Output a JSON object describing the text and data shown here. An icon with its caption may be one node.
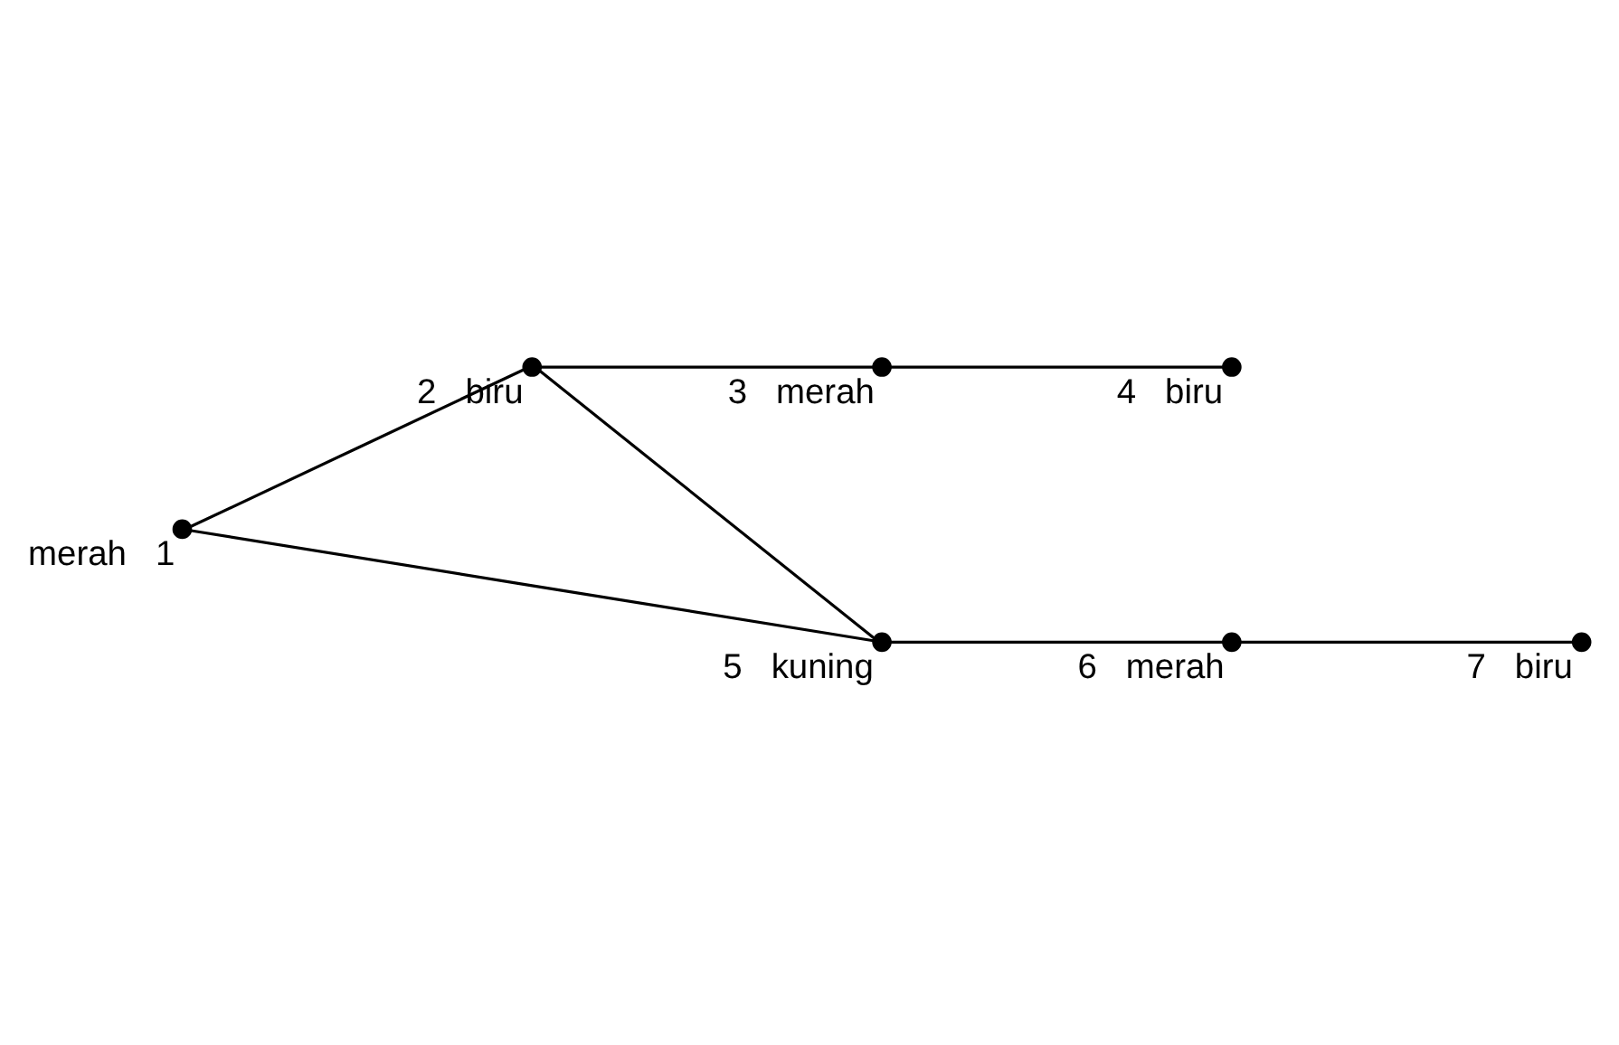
{
  "diagram": {
    "nodes": [
      {
        "text": [],
        "shape": "circle",
        "beside": [
          "merah",
          "1"
        ]
      },
      {
        "text": [],
        "shape": "circle",
        "beside": [
          "2",
          "biru"
        ]
      },
      {
        "text": [],
        "shape": "circle",
        "beside": [
          "3",
          "merah"
        ]
      },
      {
        "text": [],
        "shape": "circle",
        "beside": [
          "4",
          "biru"
        ]
      },
      {
        "text": [],
        "shape": "circle",
        "beside": [
          "5",
          "kuning"
        ]
      },
      {
        "text": [],
        "shape": "circle",
        "beside": [
          "6",
          "merah"
        ]
      },
      {
        "text": [],
        "shape": "circle",
        "beside": [
          "7",
          "biru"
        ]
      }
    ],
    "edges": [
      {
        "from": 0,
        "to": 1,
        "arrow": "none"
      },
      {
        "from": 0,
        "to": 4,
        "arrow": "none"
      },
      {
        "from": 1,
        "to": 2,
        "arrow": "none"
      },
      {
        "from": 1,
        "to": 4,
        "arrow": "none"
      },
      {
        "from": 2,
        "to": 3,
        "arrow": "none"
      },
      {
        "from": 4,
        "to": 5,
        "arrow": "none"
      },
      {
        "from": 5,
        "to": 6,
        "arrow": "none"
      }
    ]
  }
}
